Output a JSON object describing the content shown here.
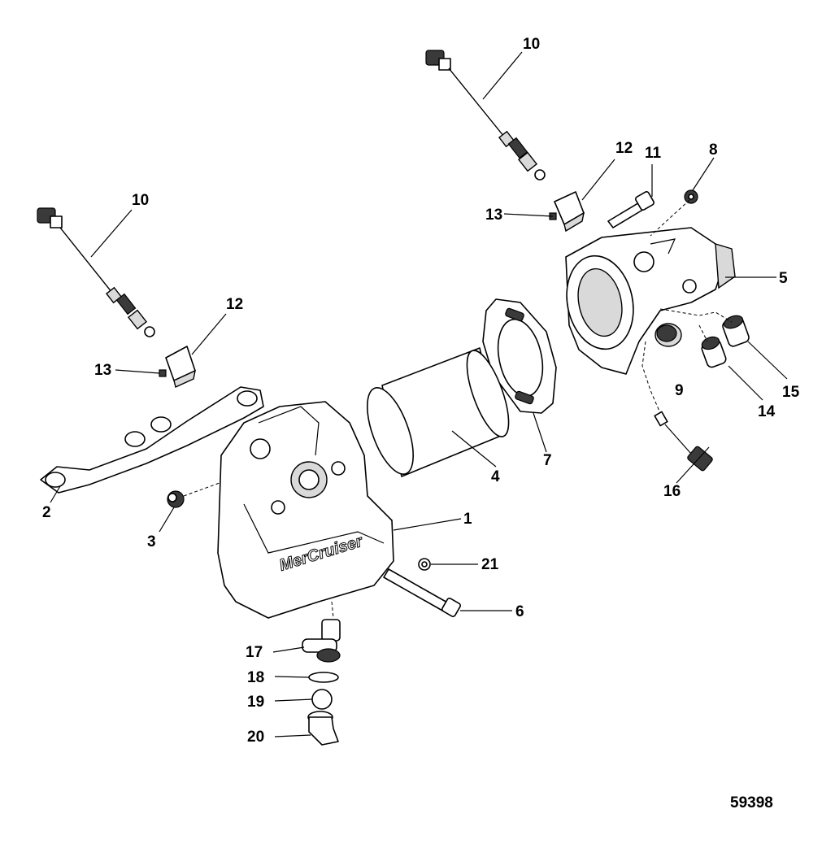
{
  "figure_id": "59398",
  "brand_text": "MerCruiser",
  "callouts": {
    "c1": "1",
    "c2": "2",
    "c3": "3",
    "c4": "4",
    "c5": "5",
    "c6": "6",
    "c7": "7",
    "c8": "8",
    "c9": "9",
    "c10a": "10",
    "c10b": "10",
    "c11": "11",
    "c12a": "12",
    "c12b": "12",
    "c13a": "13",
    "c13b": "13",
    "c14": "14",
    "c15": "15",
    "c16": "16",
    "c17": "17",
    "c18": "18",
    "c19": "19",
    "c20": "20",
    "c21": "21"
  }
}
